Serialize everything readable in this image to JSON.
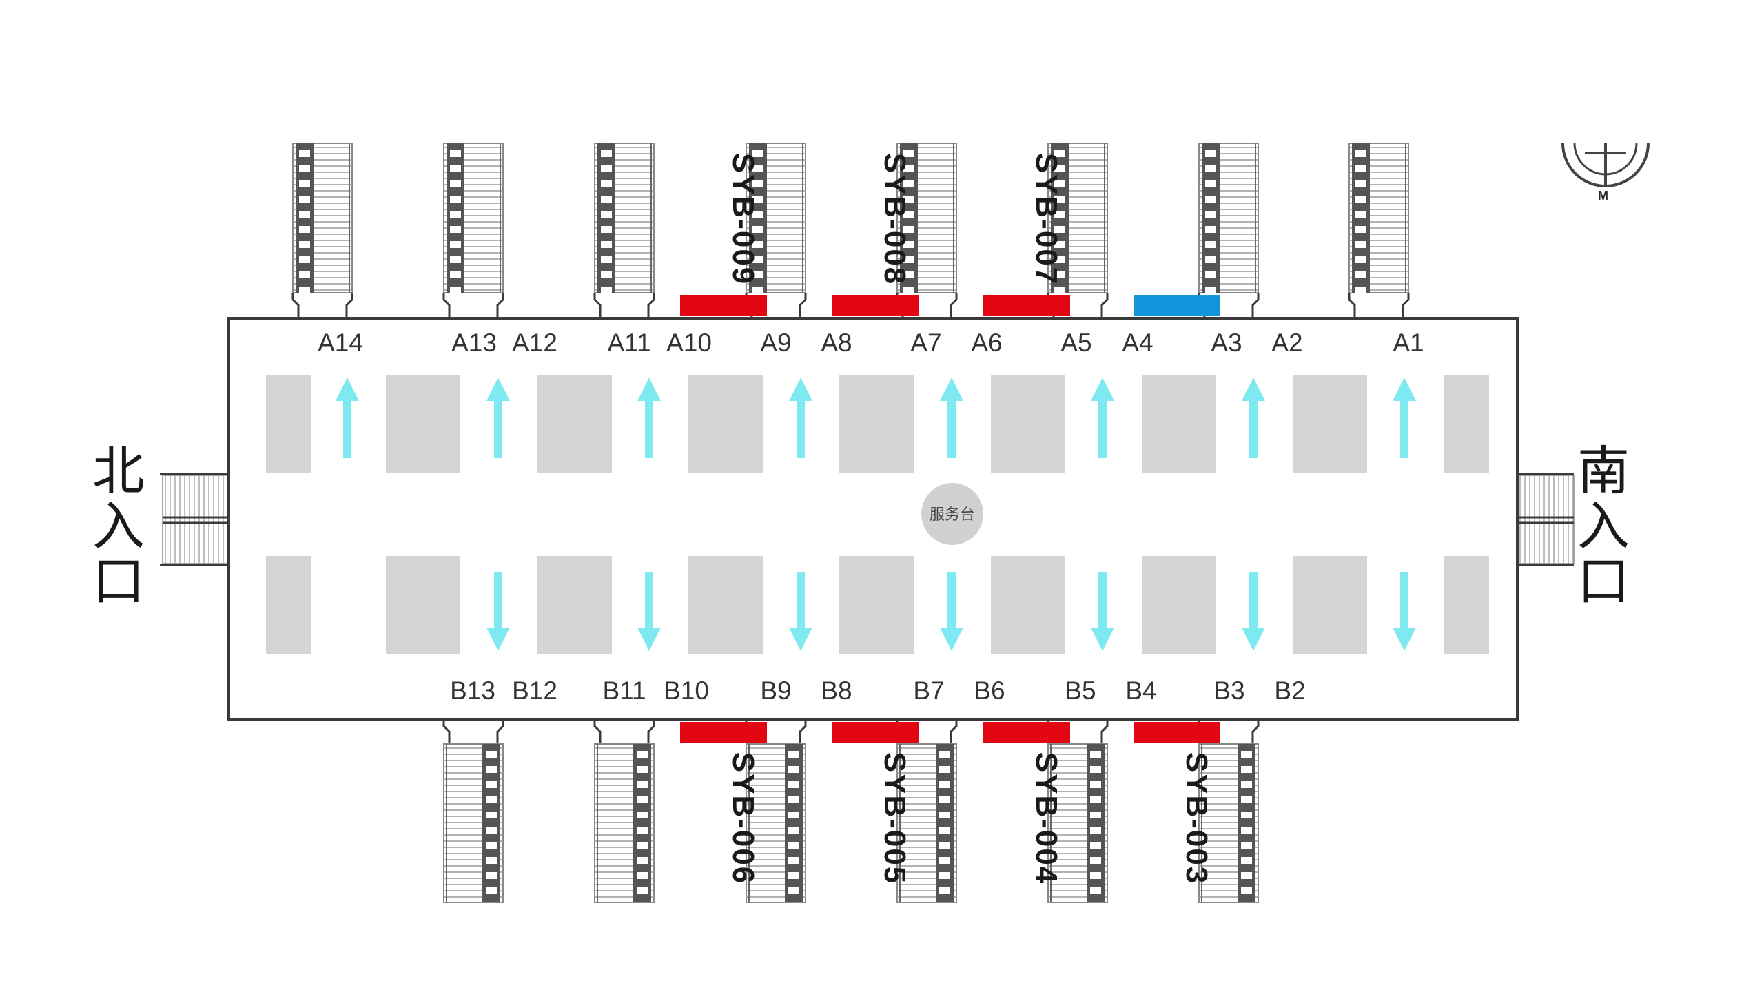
{
  "colors": {
    "hall_fill": "#ffffff",
    "hall_stroke": "#3a3a3a",
    "block": "#d4d4d4",
    "arrow": "#7fe9f2",
    "booth_occupied": "#e30613",
    "booth_available": "#1296db",
    "service_desk": "#d1d1d1",
    "stair_dark": "#555555"
  },
  "gates_a": [
    "A14",
    "A13",
    "A12",
    "A11",
    "A10",
    "A9",
    "A8",
    "A7",
    "A6",
    "A5",
    "A4",
    "A3",
    "A2",
    "A1"
  ],
  "gates_b": [
    "B13",
    "B12",
    "B11",
    "B10",
    "B9",
    "B8",
    "B7",
    "B6",
    "B5",
    "B4",
    "B3",
    "B2"
  ],
  "booths_top": [
    {
      "code": "SYB-009",
      "status": "occupied"
    },
    {
      "code": "SYB-008",
      "status": "occupied"
    },
    {
      "code": "SYB-007",
      "status": "occupied"
    },
    {
      "code": "",
      "status": "available"
    }
  ],
  "booths_bottom": [
    {
      "code": "SYB-006",
      "status": "occupied"
    },
    {
      "code": "SYB-005",
      "status": "occupied"
    },
    {
      "code": "SYB-004",
      "status": "occupied"
    },
    {
      "code": "SYB-003",
      "status": "occupied"
    }
  ],
  "entrances": {
    "north": [
      "北",
      "入",
      "口"
    ],
    "south": [
      "南",
      "入",
      "口"
    ]
  },
  "service_desk": "服务台",
  "arrows": {
    "top": "up",
    "bottom": "down"
  }
}
